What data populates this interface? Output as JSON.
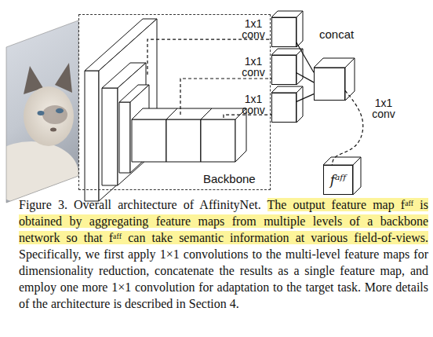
{
  "diagram": {
    "caption": "Figure 3. Overall architecture of AffinityNet. The output feature map fᵃᶠᶠ is obtained by aggregating feature maps from multiple levels of a backbone network so that fᵃᶠᶠ can take semantic information at various field-of-views. Specifically, we first apply 1×1 convolutions to the multi-level feature maps for dimensionality reduction, concatenate the results as a single feature map, and employ one more 1×1 convolution for adaptation to the target task. More details of the architecture is described in Section 4.",
    "nodes": [
      {
        "text": [
          "Backbone"
        ]
      },
      {
        "text": [
          "1x1 conv"
        ]
      },
      {
        "text": [
          "1x1 conv"
        ]
      },
      {
        "text": [
          "1x1 conv"
        ]
      },
      {
        "text": [
          "concat"
        ]
      },
      {
        "text": [
          "fᵃᶠᶠ"
        ]
      }
    ],
    "edges": [
      {
        "from": 0,
        "to": 1,
        "arrow": "none"
      },
      {
        "from": 0,
        "to": 2,
        "arrow": "none"
      },
      {
        "from": 0,
        "to": 3,
        "arrow": "none"
      },
      {
        "from": 1,
        "to": 4,
        "arrow": "none"
      },
      {
        "from": 2,
        "to": 4,
        "arrow": "none"
      },
      {
        "from": 3,
        "to": 4,
        "arrow": "none"
      },
      {
        "from": 4,
        "to": 5,
        "label": "1x1 conv",
        "arrow": "none"
      }
    ]
  }
}
